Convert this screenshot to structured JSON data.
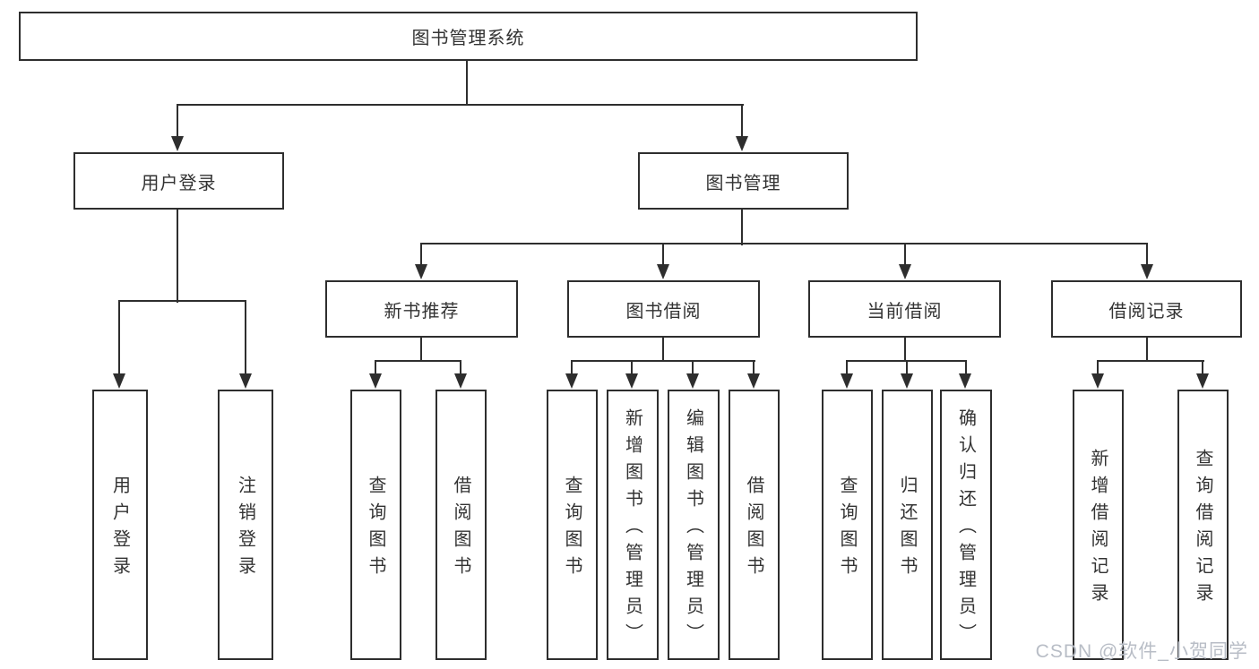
{
  "diagram": {
    "title": "图书管理系统",
    "root": {
      "label": "图书管理系统"
    },
    "level2": [
      {
        "label": "用户登录"
      },
      {
        "label": "图书管理"
      }
    ],
    "level3": [
      {
        "label": "新书推荐",
        "parent": "图书管理"
      },
      {
        "label": "图书借阅",
        "parent": "图书管理"
      },
      {
        "label": "当前借阅",
        "parent": "图书管理"
      },
      {
        "label": "借阅记录",
        "parent": "图书管理"
      }
    ],
    "leaves": [
      {
        "label": "用户登录",
        "parent": "用户登录"
      },
      {
        "label": "注销登录",
        "parent": "用户登录"
      },
      {
        "label": "查询图书",
        "parent": "新书推荐"
      },
      {
        "label": "借阅图书",
        "parent": "新书推荐"
      },
      {
        "label": "查询图书",
        "parent": "图书借阅"
      },
      {
        "label": "新增图书（管理员）",
        "parent": "图书借阅"
      },
      {
        "label": "编辑图书（管理员）",
        "parent": "图书借阅"
      },
      {
        "label": "借阅图书",
        "parent": "图书借阅"
      },
      {
        "label": "查询图书",
        "parent": "当前借阅"
      },
      {
        "label": "归还图书",
        "parent": "当前借阅"
      },
      {
        "label": "确认归还（管理员）",
        "parent": "当前借阅"
      },
      {
        "label": "新增借阅记录",
        "parent": "借阅记录"
      },
      {
        "label": "查询借阅记录",
        "parent": "借阅记录"
      }
    ],
    "watermark": "CSDN @软件_小贺同学",
    "colors": {
      "line": "#2e2e2e",
      "text": "#333333",
      "watermark": "#b8bdc6",
      "background": "#ffffff"
    }
  }
}
